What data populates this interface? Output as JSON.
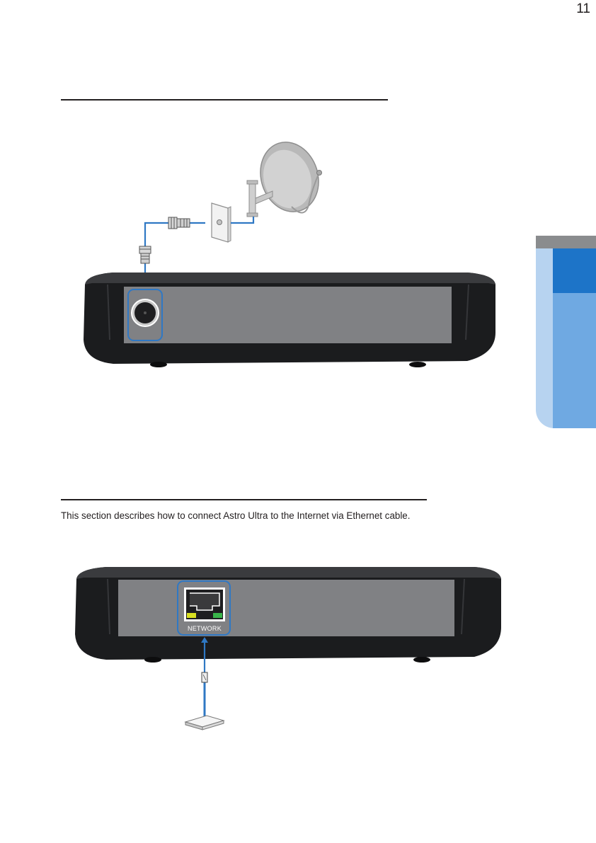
{
  "page": {
    "number": "11"
  },
  "satellite_section": {
    "heading": "",
    "diagram": {
      "icons": [
        "satellite-dish-icon",
        "wall-socket-icon",
        "f-connector-icon",
        "coax-cable-icon",
        "set-top-box"
      ],
      "cable_color": "#2f78c4",
      "highlight_color": "#2f78c4"
    }
  },
  "network_section": {
    "heading": "",
    "intro": "This section describes how to connect Astro Ultra to the Internet via Ethernet cable.",
    "diagram": {
      "port_label": "NETWORK",
      "icons": [
        "ethernet-port-icon",
        "rj45-plug-icon",
        "router-icon",
        "set-top-box"
      ],
      "led_left_color": "#d9e021",
      "led_right_color": "#39b54a",
      "cable_color": "#2f78c4"
    }
  },
  "side_tab": {
    "colors": {
      "grey": "#8a8c8e",
      "light_blue": "#b7d3f0",
      "mid_blue": "#6fa9e2",
      "dark_blue": "#1d74c8"
    }
  }
}
